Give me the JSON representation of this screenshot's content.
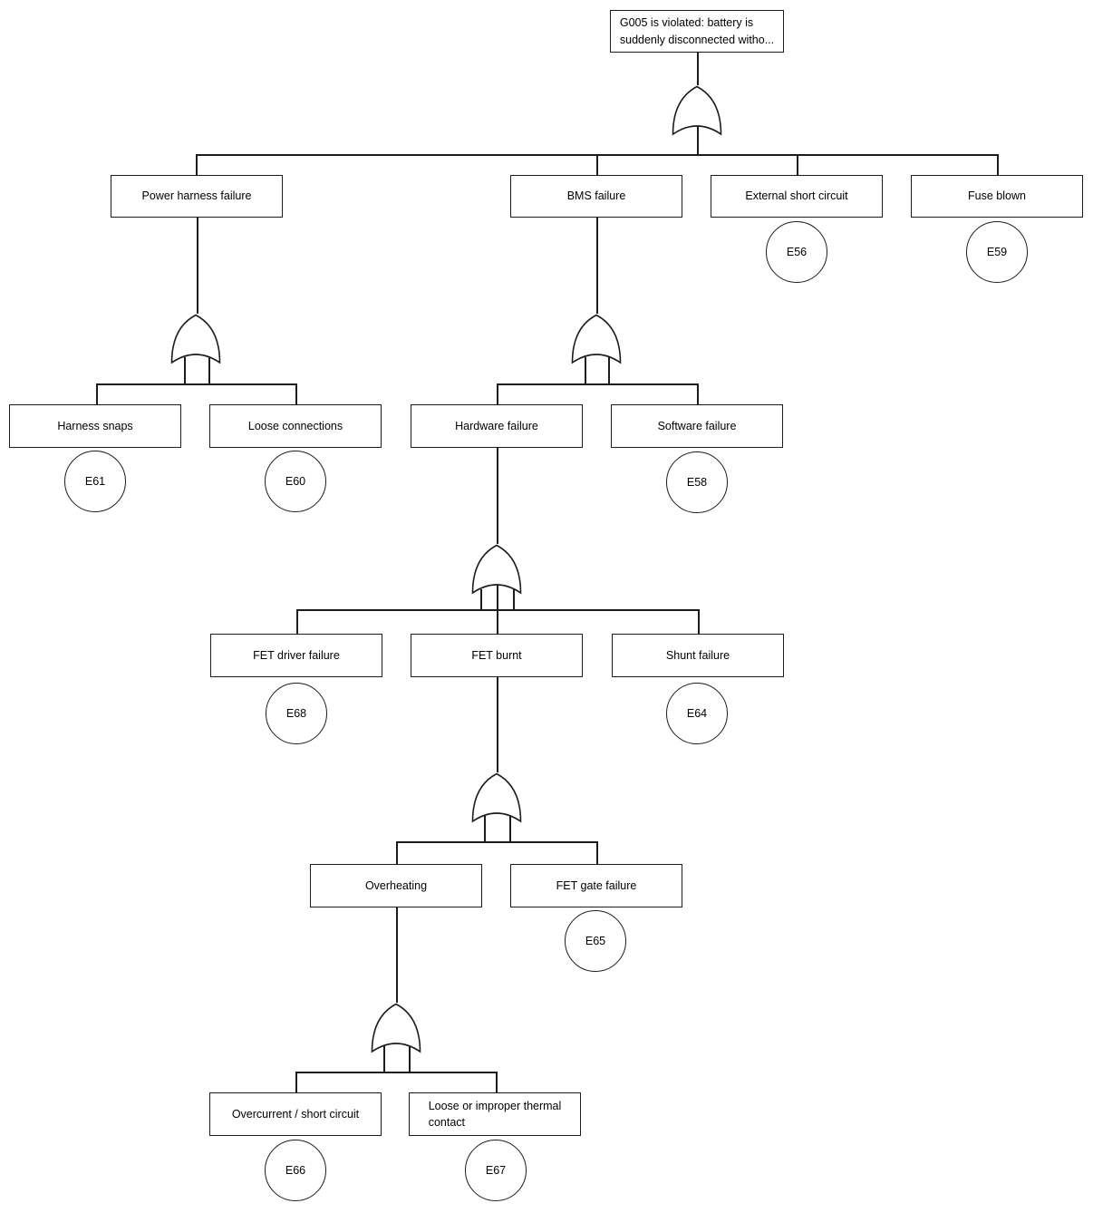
{
  "diagram_type": "fault-tree",
  "gate_symbol": "OR",
  "line_color": "#1c1c1c",
  "background_color": "#ffffff",
  "tree": {
    "root": {
      "label": "G005 is violated: battery is\nsuddenly disconnected witho...",
      "gate": "OR"
    },
    "children": [
      {
        "label": "Power harness failure",
        "gate": "OR",
        "children": [
          {
            "label": "Harness snaps",
            "event": "E61"
          },
          {
            "label": "Loose connections",
            "event": "E60"
          }
        ]
      },
      {
        "label": "BMS failure",
        "gate": "OR",
        "children": [
          {
            "label": "Hardware failure",
            "gate": "OR",
            "children": [
              {
                "label": "FET driver failure",
                "event": "E68"
              },
              {
                "label": "FET burnt",
                "gate": "OR",
                "children": [
                  {
                    "label": "Overheating",
                    "gate": "OR",
                    "children": [
                      {
                        "label": "Overcurrent / short circuit",
                        "event": "E66"
                      },
                      {
                        "label": "Loose or improper thermal\ncontact",
                        "event": "E67"
                      }
                    ]
                  },
                  {
                    "label": "FET gate failure",
                    "event": "E65"
                  }
                ]
              },
              {
                "label": "Shunt failure",
                "event": "E64"
              }
            ]
          },
          {
            "label": "Software failure",
            "event": "E58"
          }
        ]
      },
      {
        "label": "External short circuit",
        "event": "E56"
      },
      {
        "label": "Fuse blown",
        "event": "E59"
      }
    ]
  }
}
